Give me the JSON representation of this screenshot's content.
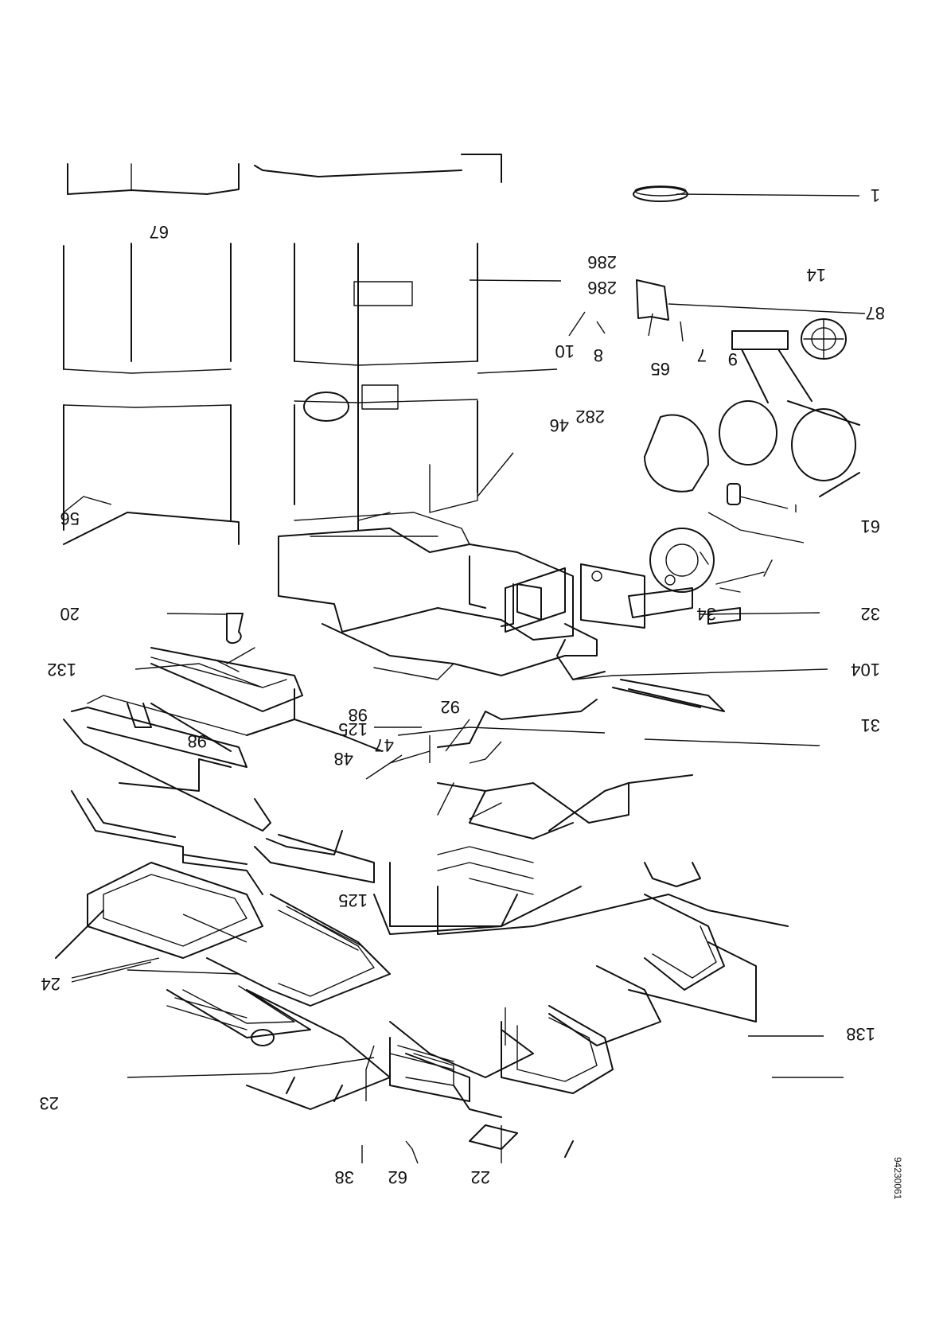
{
  "callouts": [
    "1",
    "14",
    "286",
    "286",
    "87",
    "10",
    "8",
    "65",
    "7",
    "9",
    "46",
    "282",
    "67",
    "56",
    "61",
    "20",
    "34",
    "32",
    "104",
    "132",
    "92",
    "98",
    "125",
    "47",
    "48",
    "31",
    "98",
    "125",
    "24",
    "138",
    "23",
    "38",
    "62",
    "22"
  ],
  "code": "94230061"
}
